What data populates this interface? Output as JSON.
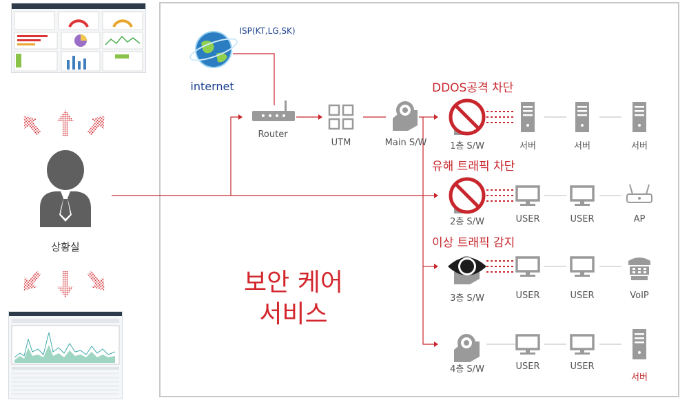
{
  "diagram": {
    "isp_label": "ISP(KT,LG,SK)",
    "internet_label": "internet",
    "router_label": "Router",
    "utm_label": "UTM",
    "main_sw_label": "Main S/W",
    "control_room_label": "상황실",
    "service_title_line1": "보안 케어",
    "service_title_line2": "서비스",
    "rows": [
      {
        "title": "DDOS공격 차단",
        "switch_label": "1층 S/W",
        "devices": [
          "서버",
          "서버",
          "서버"
        ]
      },
      {
        "title": "유해 트래픽 차단",
        "switch_label": "2층 S/W",
        "devices": [
          "USER",
          "USER",
          "AP"
        ]
      },
      {
        "title": "이상 트래픽 감지",
        "switch_label": "3층 S/W",
        "devices": [
          "USER",
          "USER",
          "VoIP"
        ]
      },
      {
        "title": "",
        "switch_label": "4층 S/W",
        "devices": [
          "USER",
          "USER",
          "서버"
        ]
      }
    ],
    "colors": {
      "accent_red": "#c8262c",
      "icon_gray": "#9a9a9a",
      "frame_gray": "#c8c8c8",
      "internet_blue": "#1a3f8f"
    }
  }
}
